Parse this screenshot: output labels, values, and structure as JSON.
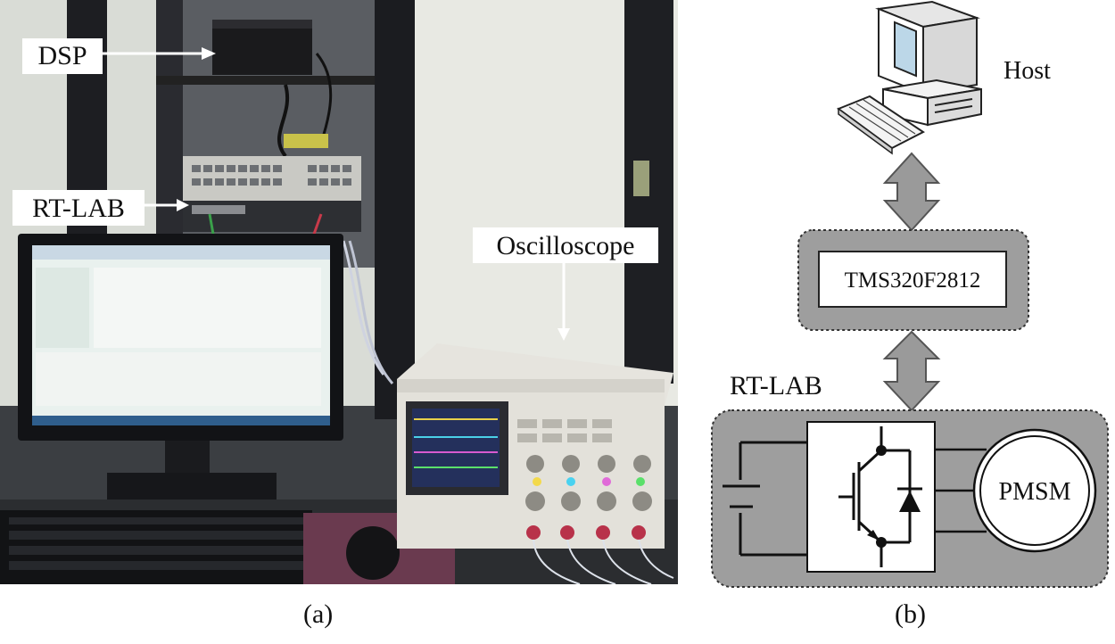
{
  "photo": {
    "labels": {
      "dsp": "DSP",
      "rtlab": "RT-LAB",
      "oscilloscope": "Oscilloscope"
    }
  },
  "schematic": {
    "host_label": "Host",
    "controller_label": "TMS320F2812",
    "rtlab_label": "RT-LAB",
    "motor_label": "PMSM"
  },
  "captions": {
    "a": "(a)",
    "b": "(b)"
  },
  "colors": {
    "grey_fill": "#9e9e9e",
    "arrow_fill": "#9a9a9a",
    "dark": "#111111"
  }
}
